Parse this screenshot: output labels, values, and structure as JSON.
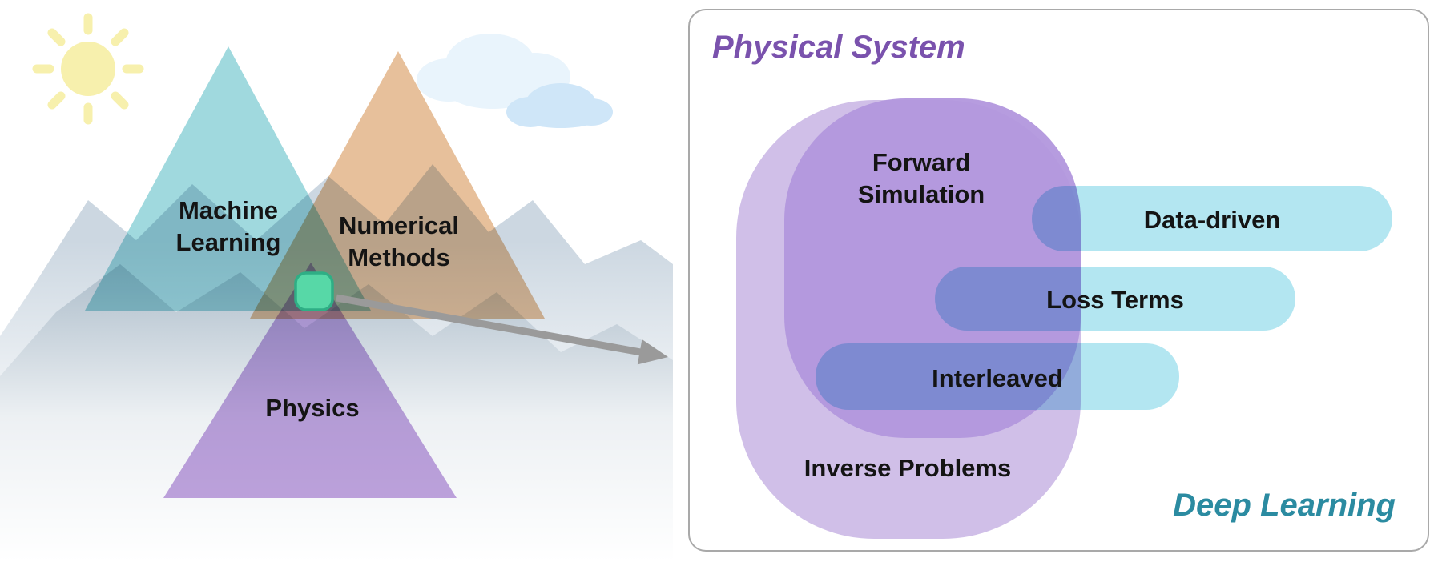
{
  "left_scene": {
    "machine_learning": "Machine Learning",
    "numerical_methods": "Numerical Methods",
    "physics": "Physics"
  },
  "panel": {
    "title": "Physical System",
    "forward_simulation": "Forward Simulation",
    "inverse_problems": "Inverse Problems",
    "pills": [
      {
        "label": "Data-driven"
      },
      {
        "label": "Loss Terms"
      },
      {
        "label": "Interleaved"
      }
    ],
    "deep_learning": "Deep Learning"
  },
  "icons": {
    "sun": "sun-icon",
    "cloud": "cloud-icon",
    "mountains": "mountains-icon",
    "arrow": "arrow-right-icon",
    "marker": "intersection-marker"
  },
  "colors": {
    "sun": "#f7f0ad",
    "cloud_back": "#e9f4fc",
    "cloud_front": "#cfe6f8",
    "mountain_back": "#ccd7e1",
    "mountain_front": "#9fb1c1",
    "ml_triangle": "#8fd2d8",
    "numerical_triangle": "#e3b58a",
    "physics_triangle": "#b795da",
    "green_marker": "#57d8a7",
    "green_marker_border": "#2fae85",
    "arrow": "#9a9a9a",
    "panel_border": "#a9a9a9",
    "physical_system_text": "#7a52ad",
    "deep_learning_text": "#2b8ba1",
    "forward_blob": "#b297dd",
    "inverse_blob": "#cdbce7",
    "pill": "#ace4f0",
    "label_text": "#141414"
  }
}
